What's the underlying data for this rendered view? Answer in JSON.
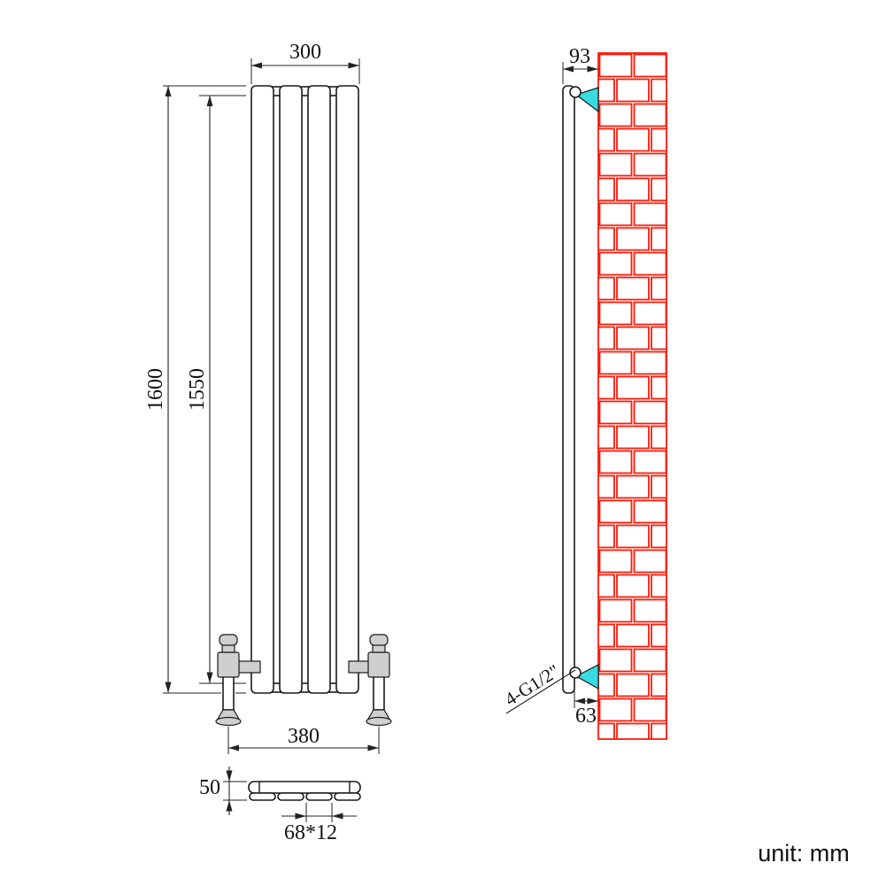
{
  "page": {
    "unit_label": "unit: mm"
  },
  "diagram": {
    "kind": "radiator-dimension-drawing",
    "front_view": {
      "width": "300",
      "overall_height": "1600",
      "panel_height": "1550",
      "valve_spacing": "380"
    },
    "top_view": {
      "depth": "50",
      "panel_section": "68*12"
    },
    "side_view": {
      "top_wall_offset": "93",
      "bottom_wall_offset": "63",
      "connection_note": "4-G1/2\""
    },
    "colors": {
      "line": "#1a1a1a",
      "brick": "#fb1a09",
      "bracket_fill": "#38dbe2",
      "metal_fill": "#cfcfcf"
    }
  }
}
